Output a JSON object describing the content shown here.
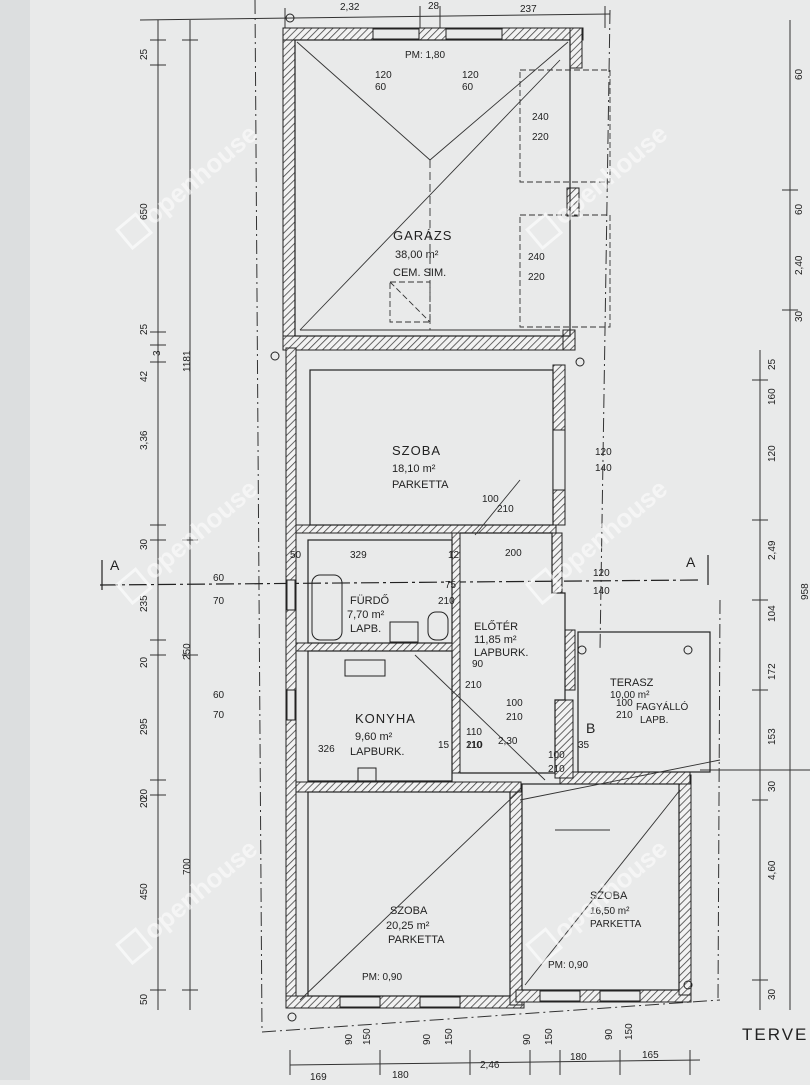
{
  "rooms": [
    {
      "name": "GARÁZS",
      "area": "38,00 m²",
      "floor": "CEM. SIM."
    },
    {
      "name": "SZOBA",
      "area": "18,10 m²",
      "floor": "PARKETTA"
    },
    {
      "name": "FÜRDŐ",
      "area": "7,70 m²",
      "floor": "LAPB."
    },
    {
      "name": "ELŐTÉR",
      "area": "11,85 m²",
      "floor": "LAPBURK."
    },
    {
      "name": "KONYHA",
      "area": "9,60 m²",
      "floor": "LAPBURK."
    },
    {
      "name": "TERASZ",
      "area": "10,00 m²",
      "floor": "FAGYÁLLÓ",
      "floor2": "LAPB."
    },
    {
      "name": "SZOBA",
      "area": "20,25 m²",
      "floor": "PARKETTA"
    },
    {
      "name": "SZOBA",
      "area": "16,50 m²",
      "floor": "PARKETTA"
    }
  ],
  "sections": {
    "left": "A",
    "right": "A",
    "b": "B"
  },
  "parapets": {
    "garage": "PM: 1,80",
    "room_left": "PM: 0,90",
    "room_right": "PM: 0,90"
  },
  "openings": [
    {
      "top": "120",
      "bottom": "60"
    },
    {
      "top": "120",
      "bottom": "60"
    },
    {
      "top": "240",
      "bottom": "220"
    },
    {
      "top": "240",
      "bottom": "220"
    },
    {
      "top": "120",
      "bottom": "140"
    },
    {
      "top": "100",
      "bottom": "210"
    },
    {
      "top": "120",
      "bottom": "140"
    },
    {
      "top": "75",
      "bottom": "210"
    },
    {
      "top": "60",
      "bottom": "70"
    },
    {
      "top": "60",
      "bottom": "70"
    },
    {
      "top": "90",
      "bottom": "210"
    },
    {
      "top": "100",
      "bottom": "210"
    },
    {
      "top": "100",
      "bottom": "210"
    },
    {
      "top": "110",
      "bottom": "210"
    },
    {
      "top": "100",
      "bottom": "210"
    }
  ],
  "interior_dims": [
    "50",
    "329",
    "12",
    "200",
    "326",
    "15",
    "110",
    "2,30",
    "35"
  ],
  "left_dims": [
    "25",
    "650",
    "25",
    "42",
    "3",
    "3,36",
    "30",
    "235",
    "20",
    "250",
    "20",
    "295",
    "20",
    "450",
    "700",
    "50",
    "1181"
  ],
  "right_dims": [
    "60",
    "60",
    "2,40",
    "30",
    "25",
    "160",
    "120",
    "2,49",
    "104",
    "172",
    "153",
    "30",
    "4,60",
    "30",
    "958"
  ],
  "top_dims": [
    "2,32",
    "28",
    "237"
  ],
  "bottom_dims": [
    "90",
    "150",
    "90",
    "150",
    "90",
    "150",
    "90",
    "150",
    "2,46",
    "180",
    "165",
    "169",
    "180"
  ],
  "title_fragment": "TERVE",
  "watermark": "openhouse",
  "colors": {
    "paper": "#e9eaea",
    "ink": "#222222",
    "hatch": "#555555"
  }
}
